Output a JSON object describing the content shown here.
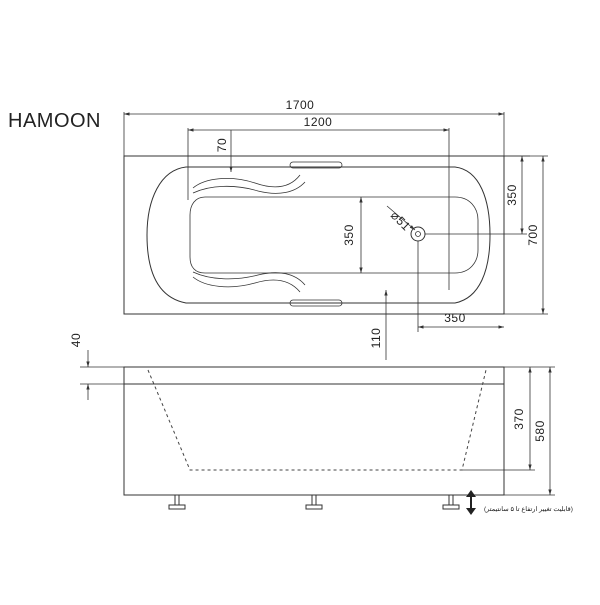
{
  "title": "HAMOON",
  "dimensions": {
    "total_length": "1700",
    "inner_length": "1200",
    "rim_offset": "70",
    "inner_width": "350",
    "drain_to_edge": "350",
    "total_width": "700",
    "drain_diameter": "⌀51",
    "drain_offset": "350",
    "front_offset": "110",
    "rim_thickness": "40",
    "basin_depth": "370",
    "total_height": "580"
  },
  "adjust_note": "(قابلیت تغییر ارتفاع تا ۵ سانتیمتر)"
}
